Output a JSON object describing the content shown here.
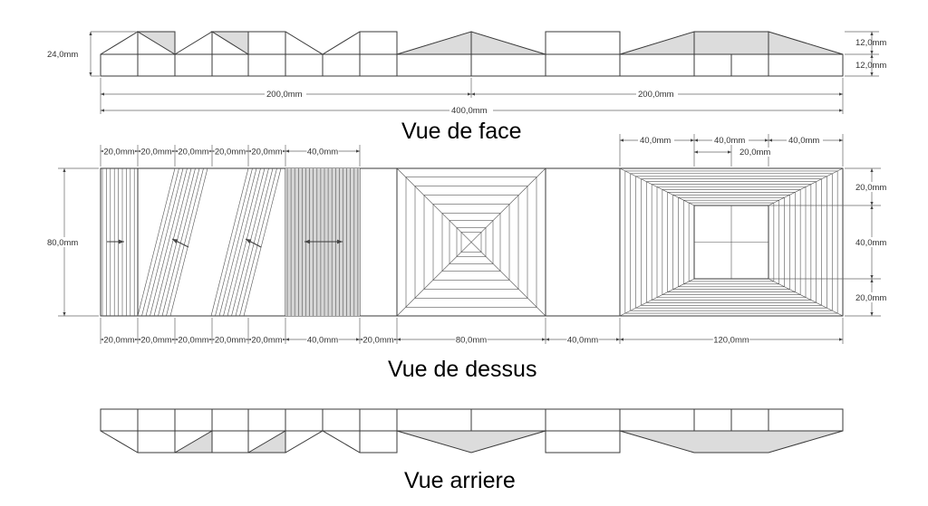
{
  "views": {
    "front_title": "Vue de face",
    "top_title": "Vue de dessus",
    "back_title": "Vue arriere"
  },
  "front_dims": {
    "height_total": "24,0mm",
    "height_top": "12,0mm",
    "height_bottom": "12,0mm",
    "half_left": "200,0mm",
    "half_right": "200,0mm",
    "total": "400,0mm"
  },
  "top_dims": {
    "top_row": [
      "20,0mm",
      "20,0mm",
      "20,0mm",
      "20,0mm",
      "20,0mm",
      "40,0mm"
    ],
    "right_top": [
      "40,0mm",
      "40,0mm",
      "40,0mm"
    ],
    "right_inner": "20,0mm",
    "left_height": "80,0mm",
    "right_side": [
      "20,0mm",
      "40,0mm",
      "20,0mm"
    ],
    "bottom_row": [
      "20,0mm",
      "20,0mm",
      "20,0mm",
      "20,0mm",
      "20,0mm",
      "40,0mm",
      "20,0mm",
      "80,0mm",
      "40,0mm",
      "120,0mm"
    ]
  },
  "colors": {
    "line": "#3a3a3a",
    "shade": "#dcdcdc"
  }
}
